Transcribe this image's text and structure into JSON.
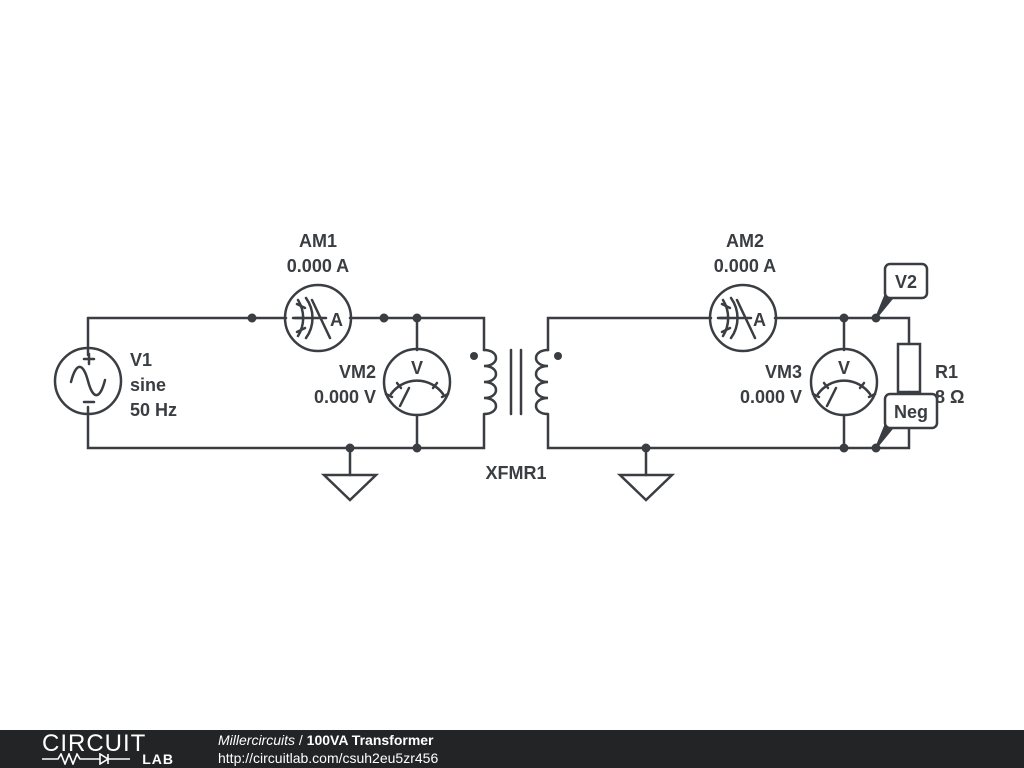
{
  "colors": {
    "ink": "#3a3e42",
    "footer_bg": "#222426",
    "footer_text": "#ffffff"
  },
  "components": {
    "v1": {
      "name": "V1",
      "type": "sine",
      "freq": "50 Hz",
      "icon": "sine-source-icon"
    },
    "am1": {
      "name": "AM1",
      "reading": "0.000 A",
      "symbol": "A",
      "icon": "ammeter-icon"
    },
    "vm2": {
      "name": "VM2",
      "reading": "0.000 V",
      "symbol": "V",
      "icon": "voltmeter-icon"
    },
    "xfmr1": {
      "name": "XFMR1",
      "icon": "transformer-icon"
    },
    "am2": {
      "name": "AM2",
      "reading": "0.000 A",
      "symbol": "A",
      "icon": "ammeter-icon"
    },
    "vm3": {
      "name": "VM3",
      "reading": "0.000 V",
      "symbol": "V",
      "icon": "voltmeter-icon"
    },
    "r1": {
      "name": "R1",
      "value": "8 Ω",
      "icon": "resistor-icon"
    }
  },
  "probes": {
    "v2": "V2",
    "neg": "Neg"
  },
  "footer": {
    "logo_top": "CIRCUIT",
    "logo_bottom": "LAB",
    "author": "Millercircuits",
    "separator": " / ",
    "title": "100VA Transformer",
    "url": "http://circuitlab.com/csuh2eu5zr456"
  }
}
